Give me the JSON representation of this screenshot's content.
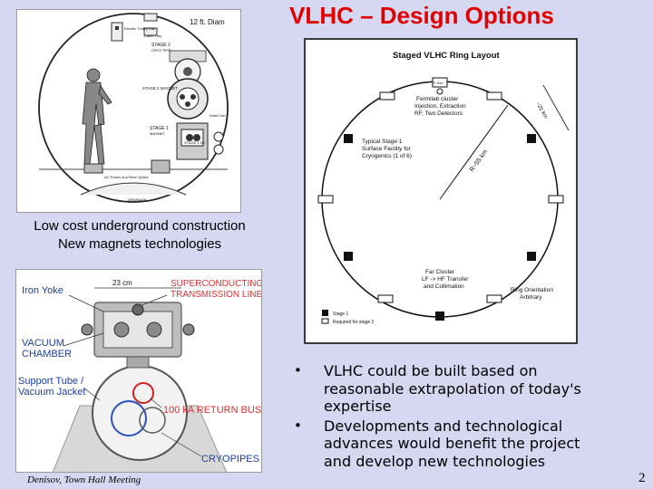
{
  "slide": {
    "title": "VLHC – Design Options",
    "footer": "Denisov, Town Hall Meeting",
    "page_number": "2"
  },
  "tunnel_figure": {
    "diameter_label": "12 ft. Diam",
    "stage2_label": "STAGE 2",
    "stage2_sub": "CRYO PIPE",
    "stage2_magnet_label": "STAGE 2 MAGNET",
    "stage1_label": "STAGE 1",
    "stage1_sub": "MAGNET",
    "stage1_dc_label": "AC Power and Fiber Optics",
    "stage1_box_label": "STAGE 1 DC",
    "electric_trolley_label": "Electric Trolley Rail",
    "cable_label": "Cable Tray",
    "hoist_label": "Hoist Cart",
    "invert_label": "DRAINAGE"
  },
  "caption": {
    "line1": "Low cost underground construction",
    "line2": "New magnets technologies"
  },
  "ring_figure": {
    "title": "Staged VLHC Ring Layout",
    "top_small": "F-Sec",
    "top_cluster": [
      "Fermilab cluster",
      "Injection, Extraction",
      "RF, Two Detectors"
    ],
    "dimension_top": "~20 km",
    "radius": "R~55 km",
    "stage1_facility": [
      "Typical Stage 1",
      "Surface Facility for",
      "Cryogenics (1 of 6)"
    ],
    "far_cluster": [
      "Far Cluster",
      "LF -> HF Transfer",
      "and Collimation"
    ],
    "orientation": [
      "Ring Orientation",
      "Arbitrary"
    ],
    "legend_stage1": "Stage 1",
    "legend_stage2": "Required for stage 2"
  },
  "magnet_figure": {
    "iron_yoke": "Iron Yoke",
    "width_label": "23 cm",
    "transmission": [
      "SUPERCONDUCTING",
      "TRANSMISSION LINE"
    ],
    "vacuum": [
      "VACUUM",
      "CHAMBER"
    ],
    "support": [
      "Support Tube /",
      "Vacuum Jacket"
    ],
    "return_bus": "100 kA RETURN BUS",
    "cryopipes": "CRYOPIPES"
  },
  "bullets": [
    {
      "lines": [
        "VLHC could be built based on",
        "reasonable extrapolation of today's",
        "expertise"
      ]
    },
    {
      "lines": [
        "Developments and technological",
        "advances would benefit the project",
        "and develop new technologies"
      ]
    }
  ],
  "colors": {
    "title": "#e00000",
    "background": "#d6d7f0",
    "magnet_label_red": "#e03030",
    "magnet_label_blue": "#1c3f9c"
  }
}
